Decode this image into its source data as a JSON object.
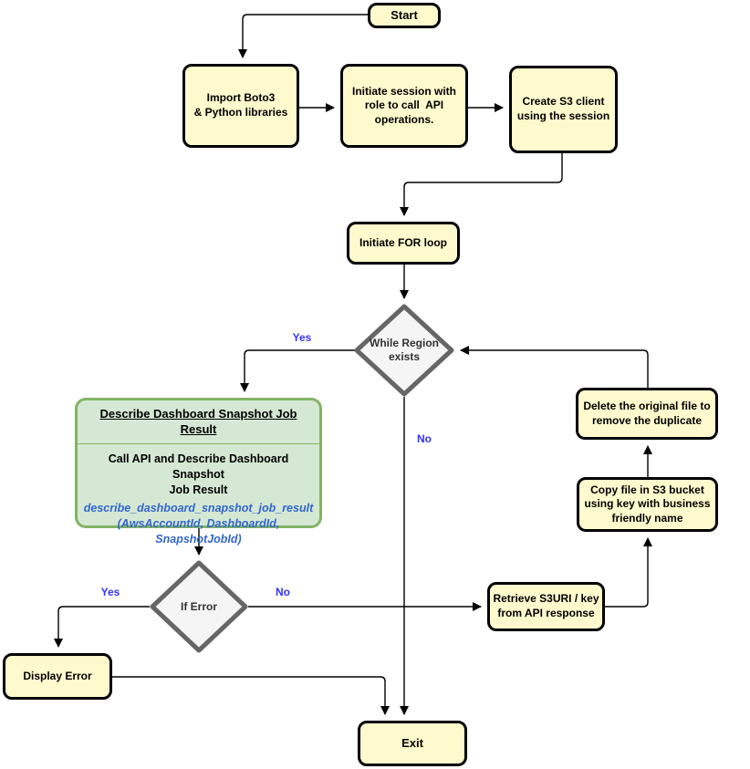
{
  "colors": {
    "node_fill": "#FFFACD",
    "node_border": "#000000",
    "decision_fill": "#F5F5F5",
    "decision_border": "#666666",
    "process_fill": "#D5E8D4",
    "process_border": "#82B366",
    "edge_label": "#3333FF",
    "api_text": "#3366CC"
  },
  "nodes": {
    "start": {
      "label": "Start"
    },
    "import_boto3": {
      "label": "Import Boto3\n& Python libraries"
    },
    "initiate_session": {
      "label": "Initiate session with\nrole to call  API\noperations."
    },
    "create_s3_client": {
      "label": "Create S3 client\nusing the session"
    },
    "initiate_for_loop": {
      "label": "Initiate FOR loop"
    },
    "while_region_exists": {
      "label": "While Region\nexists"
    },
    "describe_job": {
      "title": "Describe Dashboard Snapshot Job\nResult",
      "body": "Call API and Describe Dashboard Snapshot\nJob Result",
      "api_call": "describe_dashboard_snapshot_job_result\n(AwsAccountId, DashboardId,\nSnapshotJobId)"
    },
    "if_error": {
      "label": "If Error"
    },
    "display_error": {
      "label": "Display Error"
    },
    "retrieve_s3uri": {
      "label": "Retrieve S3URI / key\nfrom API response"
    },
    "copy_file": {
      "label": "Copy file in S3 bucket\nusing key with business\nfriendly name"
    },
    "delete_original": {
      "label": "Delete the original file to\nremove the duplicate"
    },
    "exit": {
      "label": "Exit"
    }
  },
  "edge_labels": {
    "while_yes": "Yes",
    "while_no": "No",
    "iferror_yes": "Yes",
    "iferror_no": "No"
  }
}
